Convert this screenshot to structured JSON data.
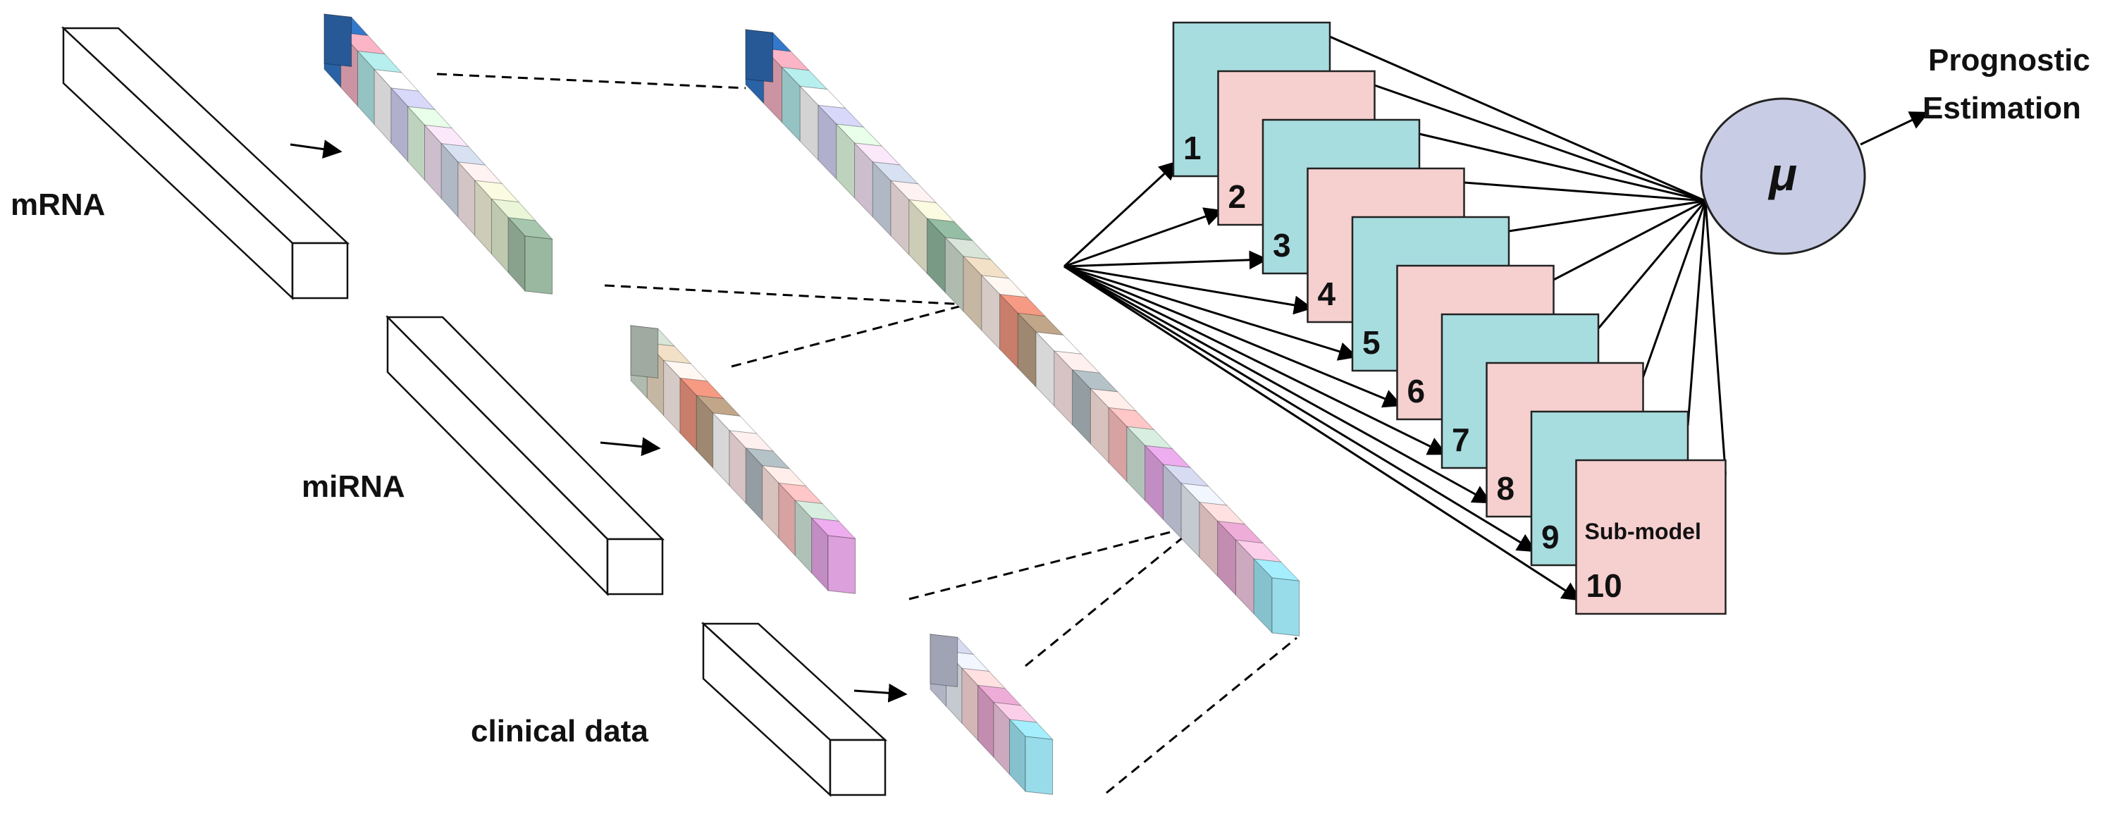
{
  "labels": {
    "mrna": "mRNA",
    "mirna": "miRNA",
    "clinical": "clinical data",
    "output_line1": "Prognostic",
    "output_line2": "Estimation",
    "mu": "μ",
    "submodel_caption": "Sub-model"
  },
  "submodels": [
    "1",
    "2",
    "3",
    "4",
    "5",
    "6",
    "7",
    "8",
    "9",
    "10"
  ],
  "colors": {
    "submodel_teal": "#a8dde0",
    "submodel_pink": "#f6cfcf",
    "mu_circle": "#c8cce4",
    "line": "#000000"
  },
  "feature_palettes": {
    "mrna": [
      "#2f6fbb",
      "#e8a8b8",
      "#a9dcdc",
      "#f0f0f0",
      "#c8c8e8",
      "#d8f0d8",
      "#e8d8e8",
      "#c8d0e0",
      "#f0e0e0",
      "#e8e8d0",
      "#d8e4c8",
      "#9ab8a0"
    ],
    "mirna": [
      "#c8d4c8",
      "#e0d0b8",
      "#f2e6e0",
      "#e48f7a",
      "#b49a80",
      "#f4f4f4",
      "#f4dede",
      "#a8b4b8",
      "#f6dcd8",
      "#f4b8b8",
      "#c8dcd0",
      "#dca0dc"
    ],
    "clinical": [
      "#c8cce0",
      "#e0e4ec",
      "#f0d0d0",
      "#dca0c8",
      "#e8c0d8",
      "#98dcea"
    ],
    "merged": [
      "#2f6fbb",
      "#e8a8b8",
      "#a9dcdc",
      "#f0f0f0",
      "#c8c8e8",
      "#d8f0d8",
      "#e8d8e8",
      "#c8d0e0",
      "#f0e0e0",
      "#e8e8d0",
      "#8ab098",
      "#c8d4c8",
      "#e0d0b8",
      "#f2e6e0",
      "#e48f7a",
      "#b49a80",
      "#f4f4f4",
      "#f4dede",
      "#a8b4b8",
      "#f6dcd8",
      "#f4b8b8",
      "#c8dcd0",
      "#dca0dc",
      "#c8cce0",
      "#e0e4ec",
      "#f0d0d0",
      "#dca0c8",
      "#e8c0d8",
      "#98dcea"
    ]
  }
}
